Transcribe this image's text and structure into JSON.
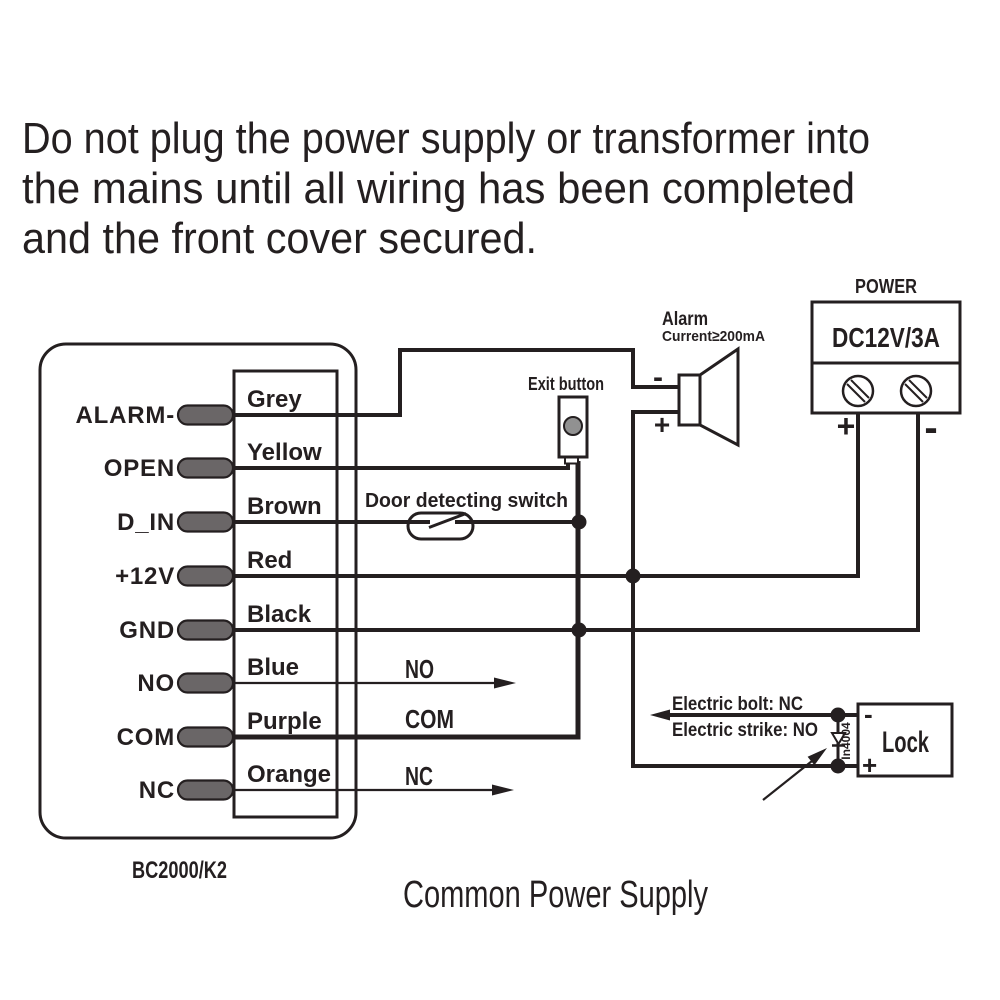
{
  "heading": {
    "line1": "Do not plug the power supply or transformer into",
    "line2": "the mains until all wiring has been completed",
    "line3": "and the front cover secured."
  },
  "device": {
    "model": "BC2000/K2",
    "terminals": [
      "ALARM-",
      "OPEN",
      "D_IN",
      "+12V",
      "GND",
      "NO",
      "COM",
      "NC"
    ],
    "wire_colors": [
      "Grey",
      "Yellow",
      "Brown",
      "Red",
      "Black",
      "Blue",
      "Purple",
      "Orange"
    ]
  },
  "exit_button": {
    "label": "Exit button"
  },
  "door_switch": {
    "label": "Door detecting switch"
  },
  "alarm": {
    "label": "Alarm",
    "current": "Current≥200mA",
    "plus": "+",
    "minus": "-"
  },
  "power": {
    "title": "POWER",
    "rating": "DC12V/3A",
    "plus": "+",
    "minus": "-"
  },
  "relay": {
    "no": "NO",
    "com": "COM",
    "nc": "NC"
  },
  "lock": {
    "label": "Lock",
    "minus": "-",
    "plus": "+",
    "diode": "In4004",
    "bolt_note": "Electric bolt: NC",
    "strike_note": "Electric strike: NO"
  },
  "caption": "Common Power Supply",
  "colors": {
    "ink": "#241f20",
    "pill_fill": "#6a6667",
    "button_fill": "#919191"
  }
}
